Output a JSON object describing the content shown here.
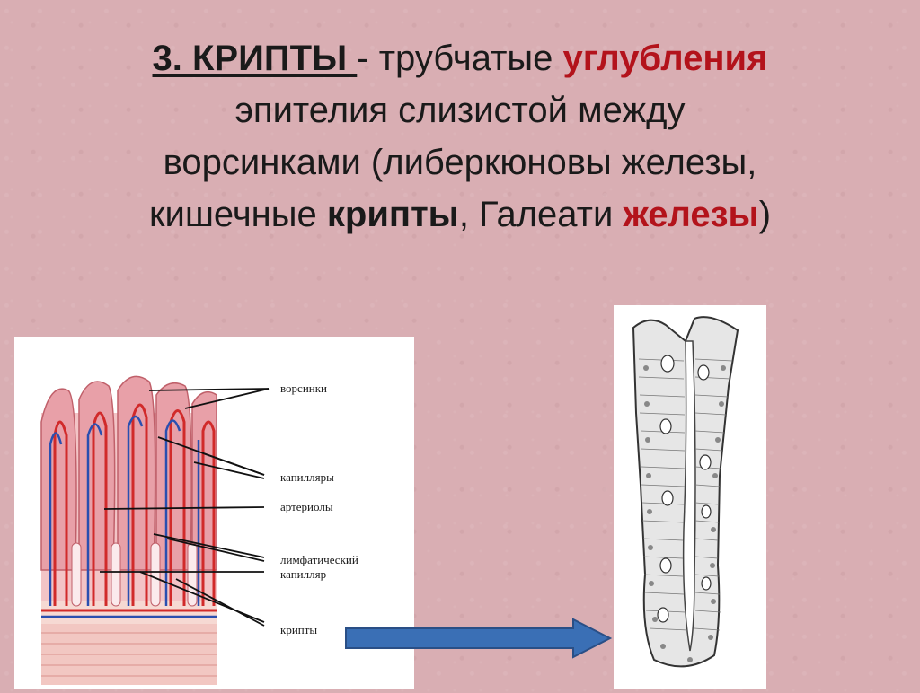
{
  "slide": {
    "title": {
      "part1": "3. КРИПТЫ ",
      "part2": " - трубчатые ",
      "part3": "углубления",
      "line2": "эпителия слизистой между",
      "line3": "ворсинками    (либеркюновы железы,",
      "line4a": "кишечные ",
      "line4b": "крипты",
      "line4c": ", Галеати ",
      "line4d": "железы",
      "line4e": ")"
    }
  },
  "diagram": {
    "labels": {
      "villi": "ворсинки",
      "capillaries": "капилляры",
      "arterioles": "артериолы",
      "lymph_line1": "лимфатический",
      "lymph_line2": "капилляр",
      "crypts": "крипты"
    }
  },
  "colors": {
    "background": "#d9aeb3",
    "accent_red": "#b3131b",
    "arrow_blue": "#3a6fb5",
    "tissue_pink": "#e8a0a8",
    "vessel_red": "#d12a2a",
    "vessel_blue": "#2a4fb0"
  }
}
